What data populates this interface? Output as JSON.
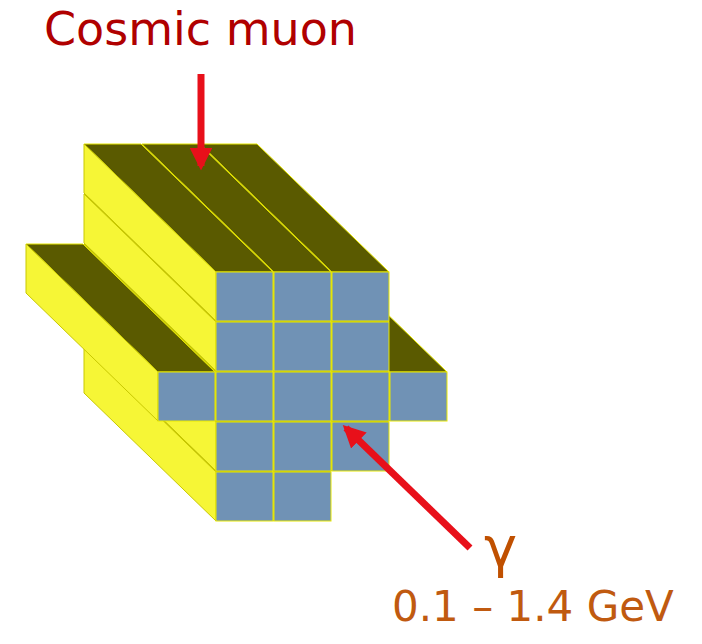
{
  "diagram": {
    "labels": [
      "Cosmic muon",
      "γ",
      "0.1 – 1.4 GeV"
    ]
  }
}
